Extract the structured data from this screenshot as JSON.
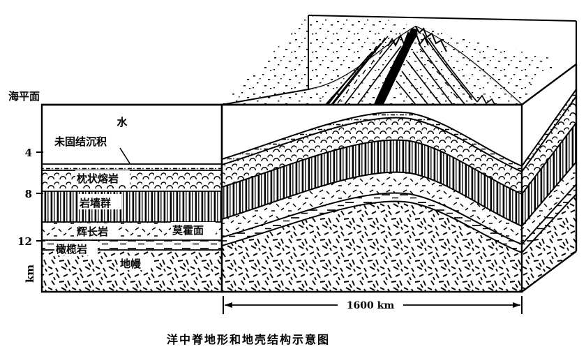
{
  "figure": {
    "caption": "洋中脊地形和地壳结构示意图",
    "sea_level_label": "海平面"
  },
  "axis": {
    "unit_label": "km",
    "ticks": [
      "4",
      "8",
      "12"
    ],
    "tick_depths_km": [
      4,
      8,
      12
    ]
  },
  "scale_bar": {
    "label": "1600 km"
  },
  "layers": [
    {
      "key": "water",
      "label": "水",
      "pattern": "blank",
      "top_km": 0,
      "bottom_km": 4.6
    },
    {
      "key": "sediment",
      "label": "未固结沉积",
      "pattern": "dash-dotted",
      "top_km": 4.6,
      "bottom_km": 5.0
    },
    {
      "key": "pillow",
      "label": "枕状熔岩",
      "pattern": "pillow-arcs",
      "top_km": 5.0,
      "bottom_km": 7.4
    },
    {
      "key": "dikes",
      "label": "岩墙群",
      "pattern": "vertical-bars",
      "top_km": 7.4,
      "bottom_km": 10.0
    },
    {
      "key": "gabbro",
      "label": "辉长岩",
      "pattern": "short-dashes",
      "top_km": 10.0,
      "bottom_km": 12.2
    },
    {
      "key": "peridotite",
      "label": "橄榄岩",
      "pattern": "long-dashes",
      "top_km": 12.2,
      "bottom_km": 13.2
    },
    {
      "key": "mantle",
      "label": "地幔",
      "pattern": "random-dashes",
      "top_km": 13.2,
      "bottom_km": 19.5
    }
  ],
  "boundaries": [
    {
      "key": "moho",
      "label": "莫霍面"
    }
  ],
  "block_features": {
    "ridge_crest": "mid-ocean ridge crest",
    "rift_valley": "axial rift valley",
    "fault_scarps": "abyssal hill fault scarps"
  },
  "colors": {
    "ink": "#000000",
    "paper": "#ffffff"
  }
}
